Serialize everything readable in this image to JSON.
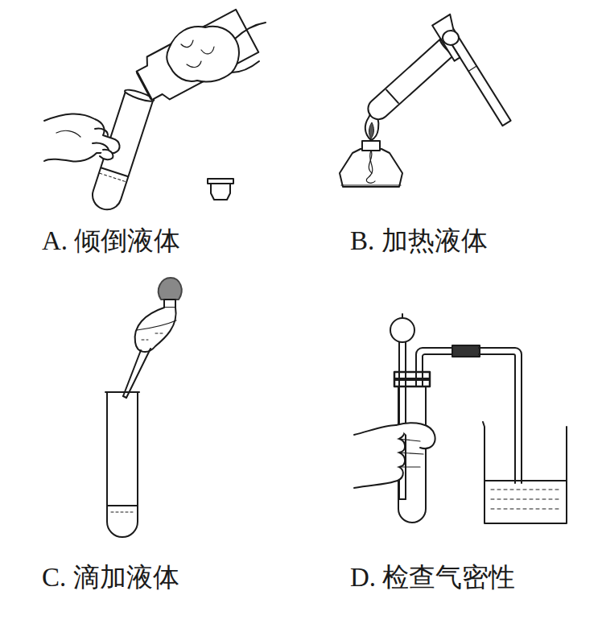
{
  "diagram": {
    "labels": [
      "A. 倾倒液体",
      "B. 加热液体",
      "C. 滴加液体",
      "D. 检查气密性"
    ]
  }
}
